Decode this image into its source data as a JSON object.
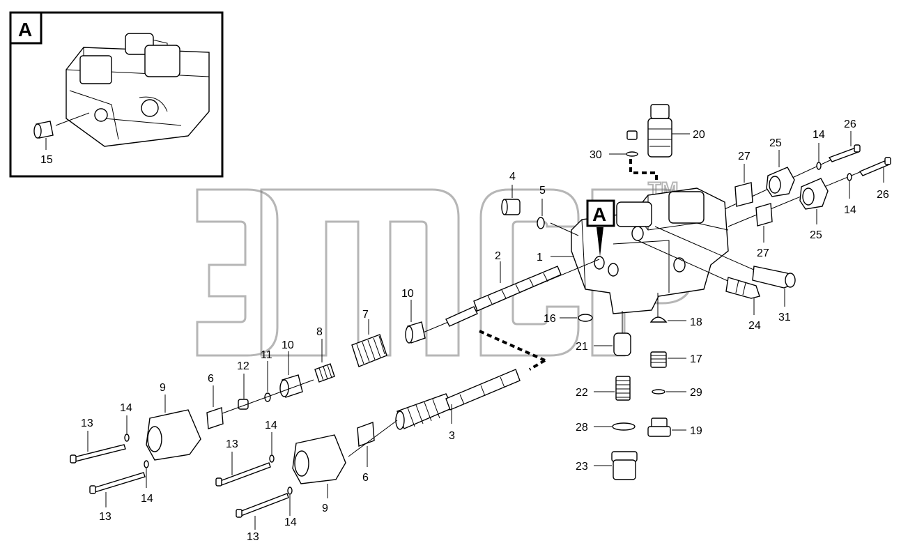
{
  "watermark": {
    "text": "ЭТСП",
    "tm": "TM"
  },
  "callouts": {
    "inset": "A",
    "main": "A"
  },
  "labels": {
    "p1": "1",
    "p2": "2",
    "p3": "3",
    "p4": "4",
    "p5": "5",
    "p6a": "6",
    "p6b": "6",
    "p7": "7",
    "p8": "8",
    "p9a": "9",
    "p9b": "9",
    "p10a": "10",
    "p10b": "10",
    "p11": "11",
    "p12": "12",
    "p13a": "13",
    "p13b": "13",
    "p13c": "13",
    "p13d": "13",
    "p14a": "14",
    "p14b": "14",
    "p14c": "14",
    "p14d": "14",
    "p14e": "14",
    "p14f": "14",
    "p15": "15",
    "p16": "16",
    "p17": "17",
    "p18": "18",
    "p19": "19",
    "p20": "20",
    "p21": "21",
    "p22": "22",
    "p23": "23",
    "p24": "24",
    "p25a": "25",
    "p25b": "25",
    "p26a": "26",
    "p26b": "26",
    "p27a": "27",
    "p27b": "27",
    "p28": "28",
    "p29": "29",
    "p30": "30",
    "p31": "31"
  }
}
